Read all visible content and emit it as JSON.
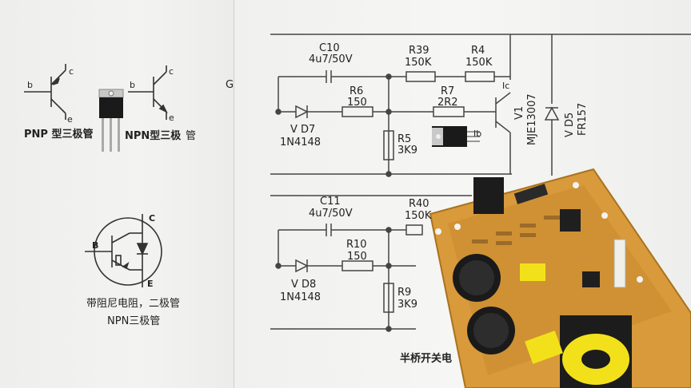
{
  "left_panel": {
    "pnp_label": "PNP 型三极管",
    "npn_label": "NPN型三极",
    "npn_extra": "管",
    "pin_b1": "b",
    "pin_c1": "c",
    "pin_e1": "e",
    "pin_b2": "b",
    "pin_c2": "c",
    "pin_e2": "e",
    "igbt_c": "C",
    "igbt_b": "B",
    "igbt_e": "E",
    "igbt_caption_1": "带阻尼电阻，二极管",
    "igbt_caption_2": "NPN三极管"
  },
  "schematic": {
    "g_label": "G",
    "c10_name": "C10",
    "c10_value": "4u7/50V",
    "r39_name": "R39",
    "r39_value": "150K",
    "r4_name": "R4",
    "r4_value": "150K",
    "r6_name": "R6",
    "r6_value": "150",
    "r7_name": "R7",
    "r7_value": "2R2",
    "vd7_name": "V D7",
    "vd7_value": "1N4148",
    "r5_name": "R5",
    "r5_value": "3K9",
    "v1_name": "V1",
    "v1_value": "MJE13007",
    "vd5_name": "V D5",
    "vd5_value": "FR157",
    "ic_label": "Ic",
    "ib_label": "Ib",
    "c11_name": "C11",
    "c11_value": "4u7/50V",
    "r40_name": "R40",
    "r40_value": "150K",
    "r10_name": "R10",
    "r10_value": "150",
    "vd8_name": "V D8",
    "vd8_value": "1N4148",
    "r9_name": "R9",
    "r9_value": "3K9",
    "caption": "半桥开关电"
  },
  "colors": {
    "paper": "#f3f3f1",
    "ink": "#333333",
    "pcb": "#d89a3a",
    "pcb_dark": "#b97d25",
    "capacitor": "#1a1a1a",
    "transformer_yellow": "#f2e11a"
  }
}
